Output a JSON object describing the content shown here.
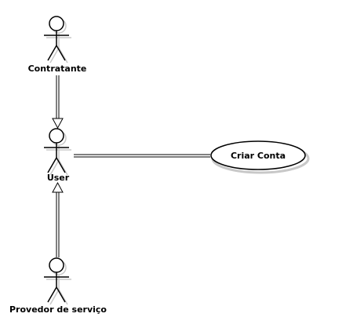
{
  "diagram": {
    "actors": {
      "contratante": "Contratante",
      "user": "User",
      "provedor": "Provedor de serviço"
    },
    "use_cases": {
      "criar_conta": "Criar Conta"
    },
    "colors": {
      "line": "#000000",
      "shadow": "#c8c8c8",
      "background": "#ffffff"
    }
  }
}
